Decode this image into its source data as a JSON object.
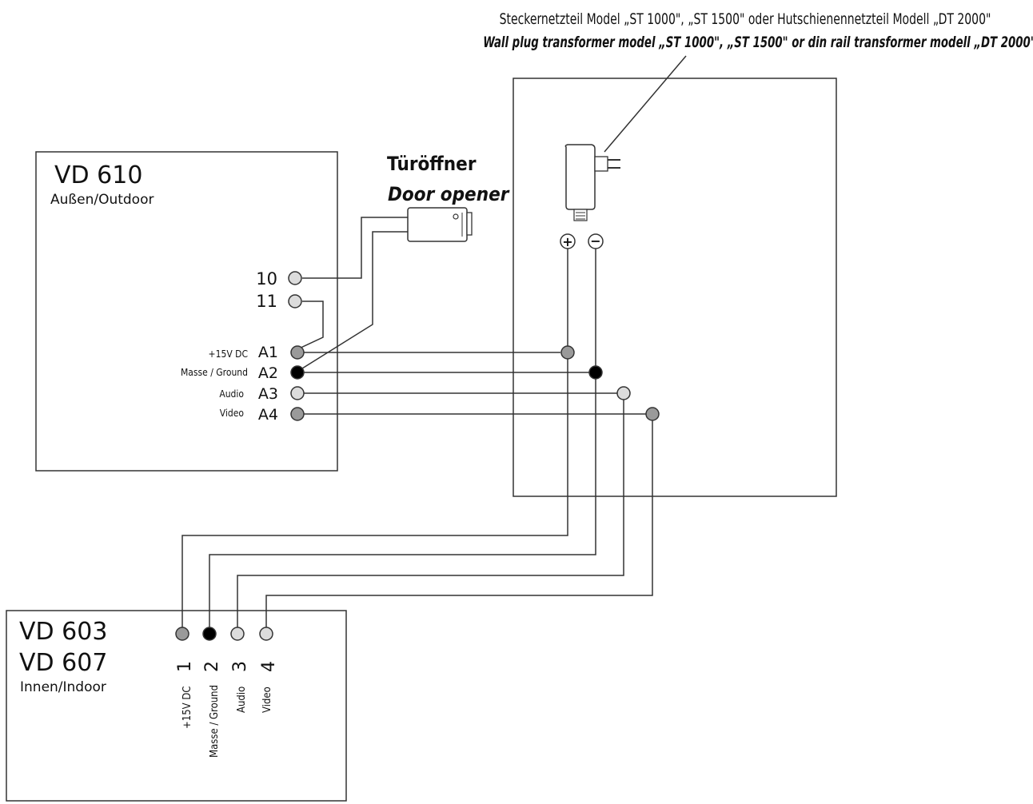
{
  "psu_note": {
    "de": "Steckernetzteil Model „ST 1000\", „ST 1500\" oder Hutschienennetzteil Modell „DT 2000\"",
    "en": "Wall plug transformer model „ST 1000\", „ST 1500\" or din rail transformer modell „DT 2000\""
  },
  "door_opener": {
    "de": "Türöffner",
    "en": "Door opener"
  },
  "outdoor": {
    "model": "VD 610",
    "sub": "Außen/Outdoor",
    "terminals": {
      "t10": "10",
      "t11": "11",
      "a1": "A1",
      "a1_desc": "+15V DC",
      "a2": "A2",
      "a2_desc": "Masse / Ground",
      "a3": "A3",
      "a3_desc": "Audio",
      "a4": "A4",
      "a4_desc": "Video"
    }
  },
  "psu": {
    "plus": "+",
    "minus": "−"
  },
  "indoor": {
    "model1": "VD 603",
    "model2": "VD 607",
    "sub": "Innen/Indoor",
    "terminals": [
      {
        "num": "1",
        "desc": "+15V DC"
      },
      {
        "num": "2",
        "desc": "Masse / Ground"
      },
      {
        "num": "3",
        "desc": "Audio"
      },
      {
        "num": "4",
        "desc": "Video"
      }
    ]
  },
  "colors": {
    "gray": "#9a9a9a",
    "black": "#000000",
    "light": "#dcdcdc",
    "line": "#333333"
  }
}
